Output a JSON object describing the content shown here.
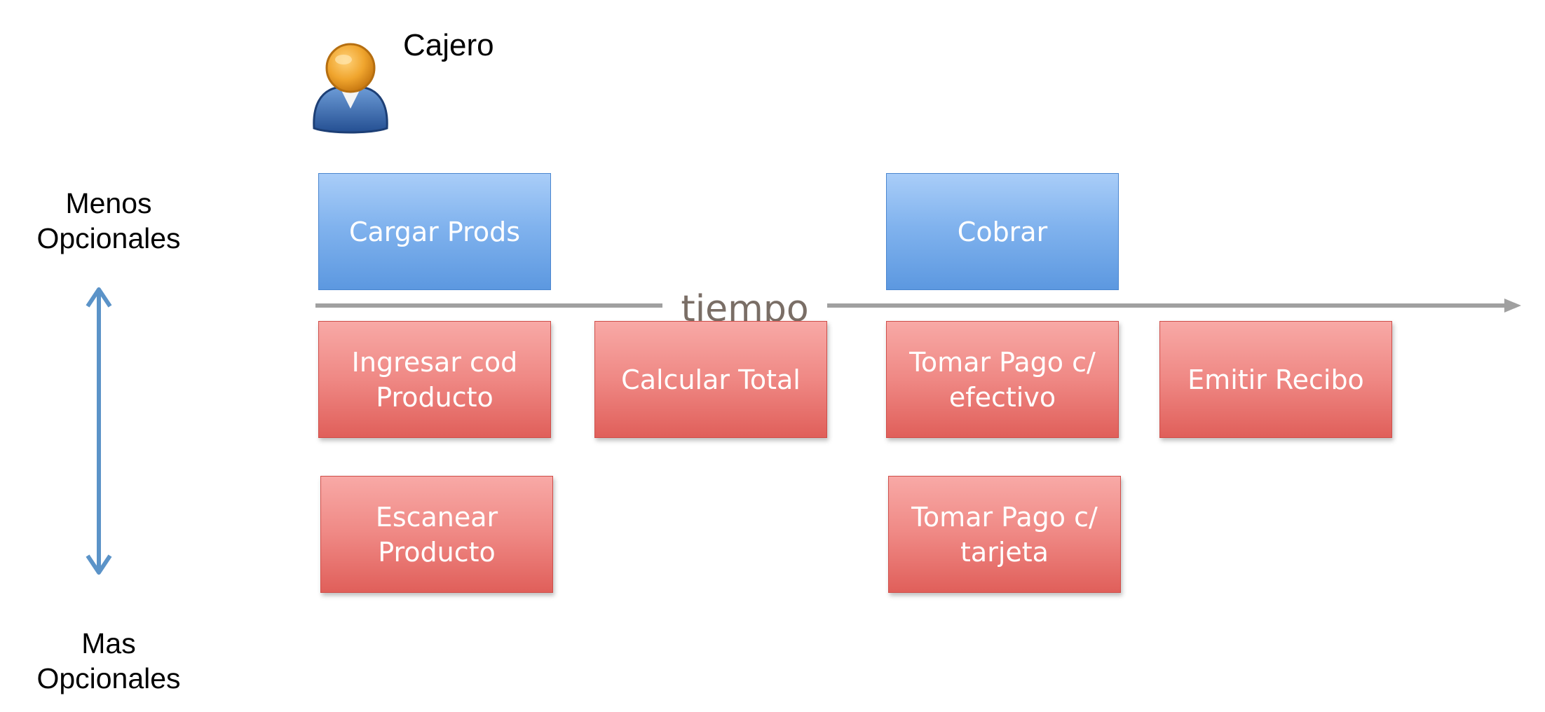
{
  "actor": {
    "label": "Cajero",
    "icon": "person-icon"
  },
  "axis": {
    "top_label": "Menos\nOpcionales",
    "bottom_label": "Mas\nOpcionales",
    "time_label": "tiempo"
  },
  "colors": {
    "primary_card": "#5c98e0",
    "secondary_card": "#e05f5a",
    "arrow_vertical": "#5b93c8",
    "timeline": "#a0a0a0"
  },
  "cards": {
    "cargar": "Cargar Prods",
    "cobrar": "Cobrar",
    "ingresar": "Ingresar cod Producto",
    "calcular": "Calcular Total",
    "tomar_efectivo": "Tomar Pago c/ efectivo",
    "emitir": "Emitir Recibo",
    "escanear": "Escanear Producto",
    "tomar_tarjeta": "Tomar Pago c/ tarjeta"
  }
}
